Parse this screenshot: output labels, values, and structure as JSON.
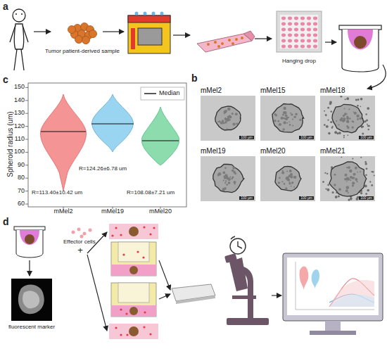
{
  "diagram": {
    "nodes": [
      {
        "text": [
          "Tumor patient-derived sample"
        ]
      },
      {
        "text": [
          "Hanging drop"
        ]
      },
      {
        "text": [
          "mMel2",
          "100 µm"
        ]
      },
      {
        "text": [
          "mMel15",
          "100 µm"
        ]
      },
      {
        "text": [
          "mMel18",
          "100 µm"
        ]
      },
      {
        "text": [
          "mMel19",
          "100 µm"
        ]
      },
      {
        "text": [
          "mMel20",
          "100 µm"
        ]
      },
      {
        "text": [
          "mMel21",
          "100 µm"
        ]
      }
    ],
    "labels": [
      "a",
      "b",
      "c",
      "Spheroid radius (um)",
      "150",
      "140",
      "130",
      "120",
      "110",
      "100",
      "90",
      "80",
      "70",
      "60",
      "R=124.26±6.78 um",
      "R=113.40±10.42 um",
      "R=108.08±7.21 um",
      "mMel2",
      "mMel19",
      "mMel20",
      "d",
      "Effector cells",
      "+",
      "fluorescent marker"
    ],
    "legend": [
      {
        "text": "Median"
      }
    ]
  }
}
